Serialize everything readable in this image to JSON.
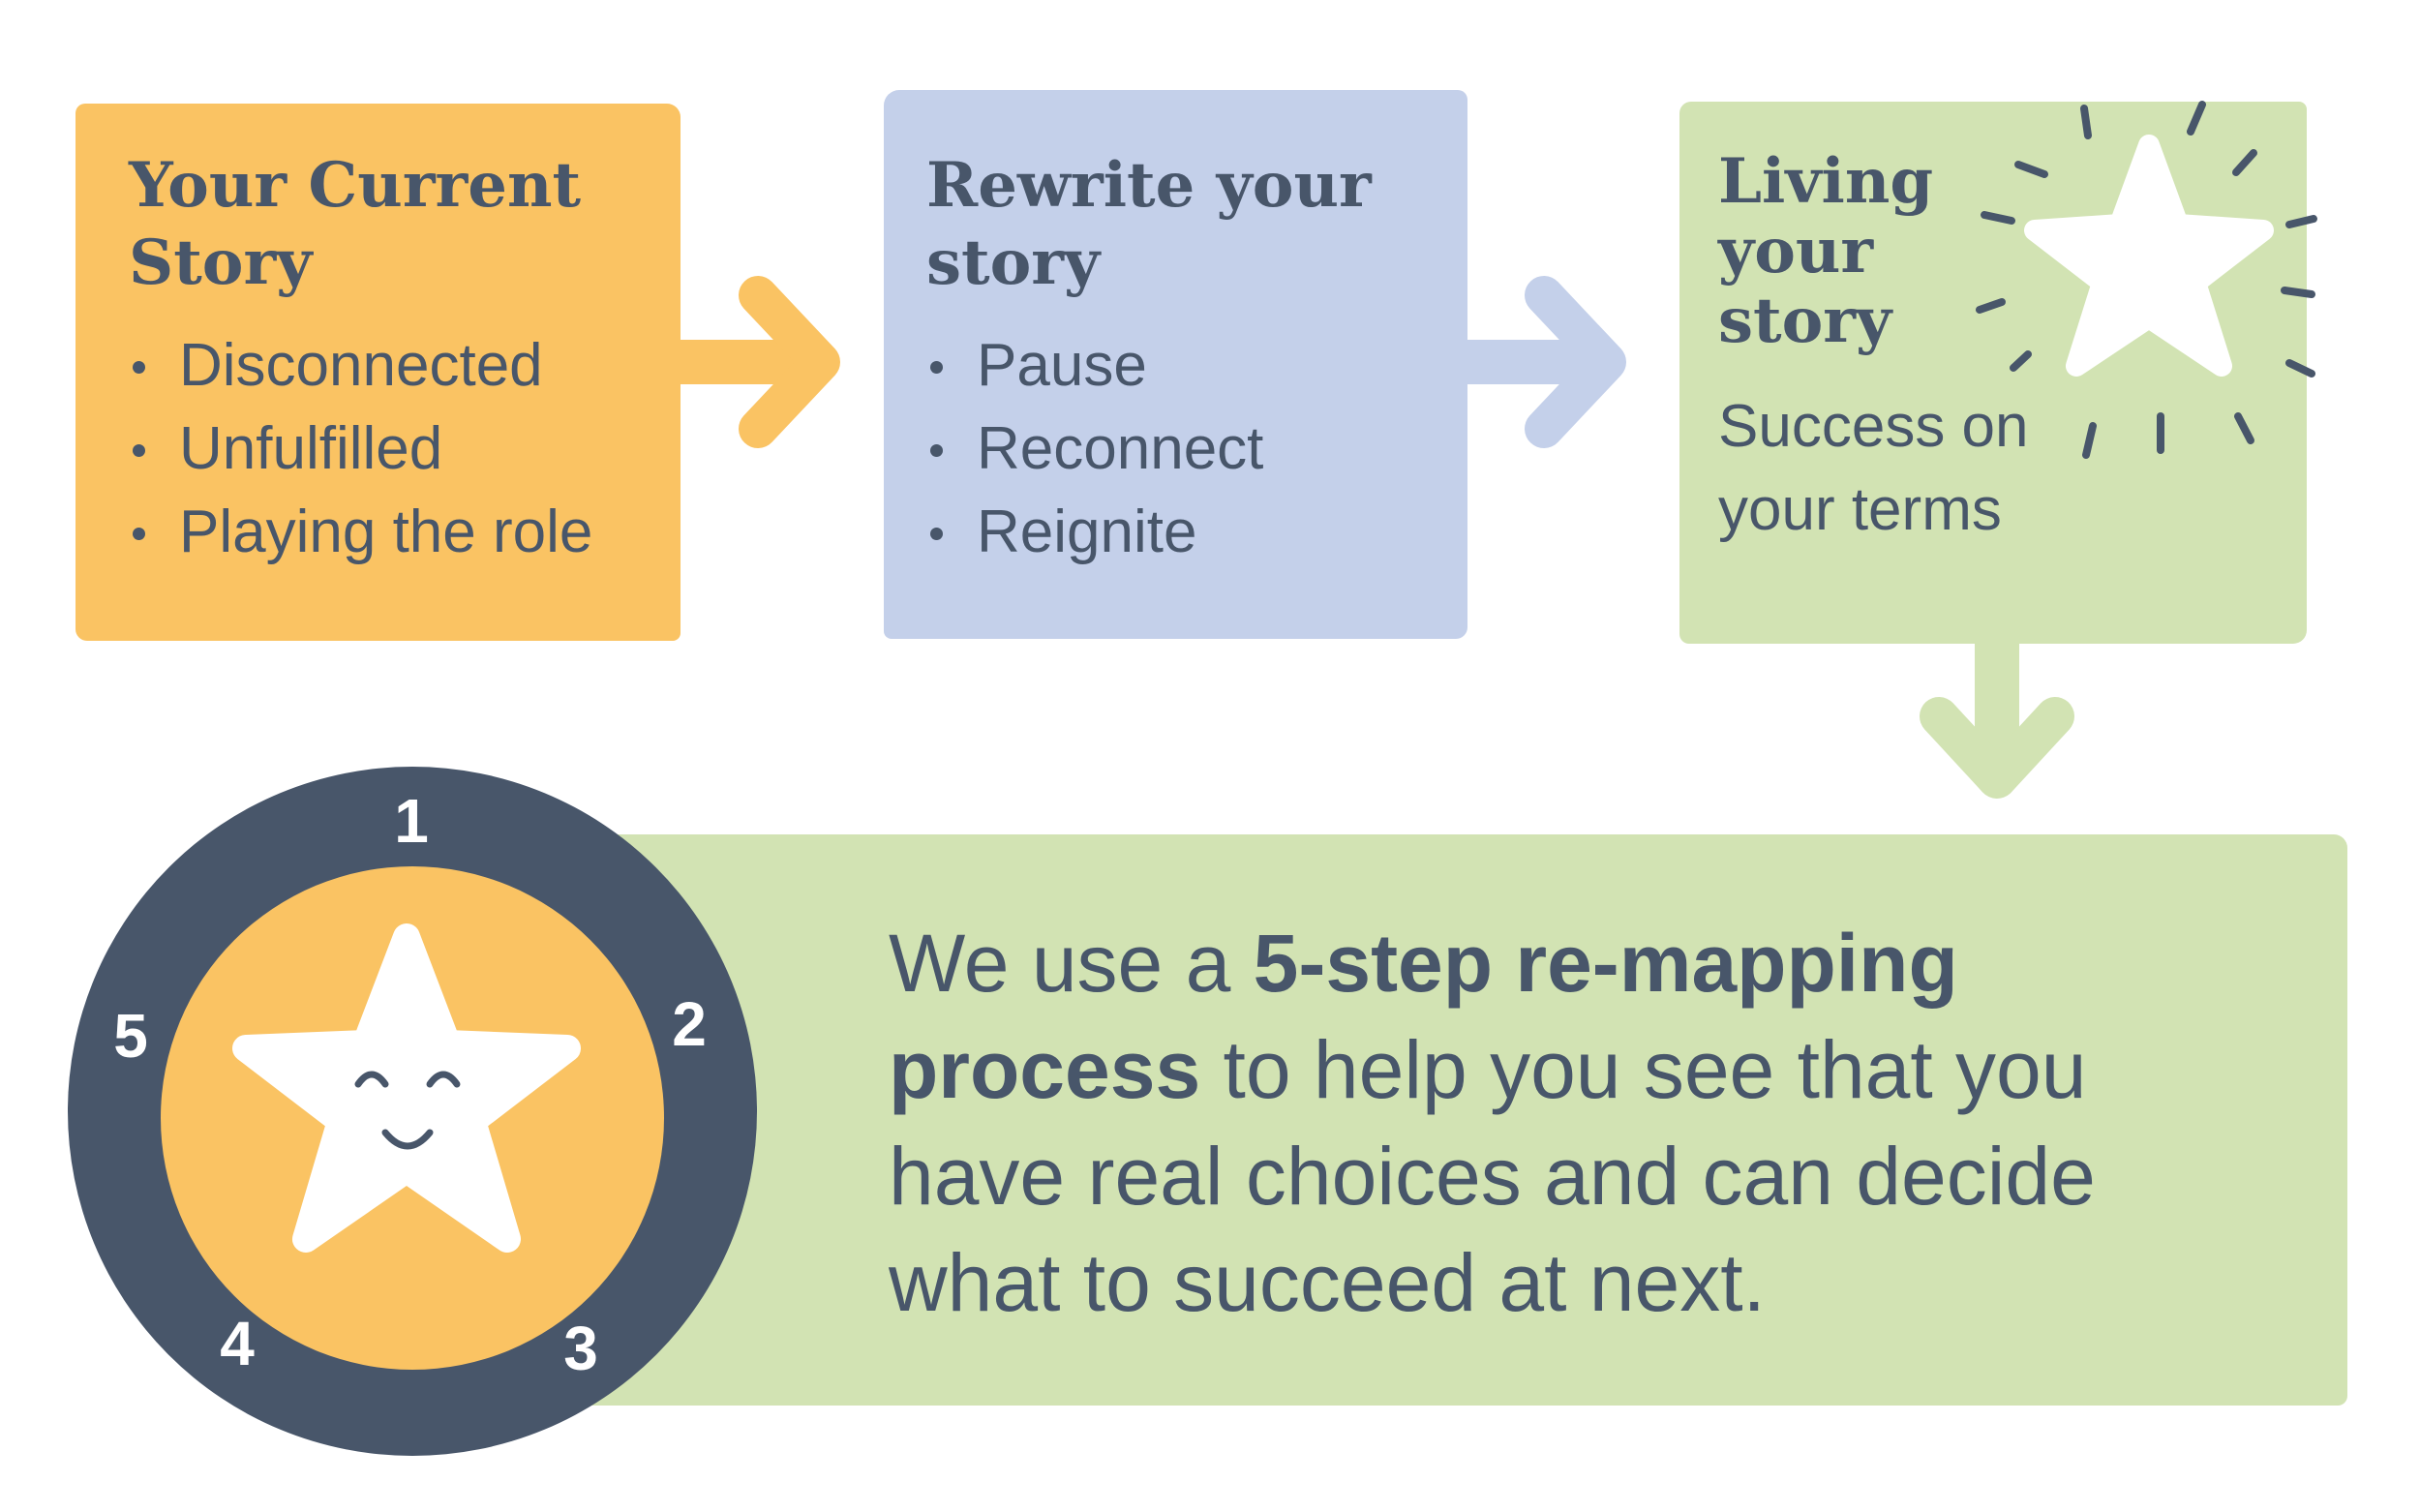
{
  "colors": {
    "orange": "#fac363",
    "blue": "#c4d0ea",
    "green": "#d2e3b3",
    "dark": "#48566a",
    "white": "#ffffff"
  },
  "steps": [
    {
      "title_line1": "Your Current",
      "title_line2": "Story",
      "items": [
        "Disconnected",
        "Unfulfilled",
        "Playing the role"
      ]
    },
    {
      "title_line1": "Rewrite your",
      "title_line2": "story",
      "items": [
        "Pause",
        "Reconnect",
        "Reignite"
      ]
    },
    {
      "title_line1": "Living",
      "title_line2": "your",
      "title_line3": "story",
      "subtitle_line1": "Success on",
      "subtitle_line2": "your terms",
      "icon": "sparkling-star-icon"
    }
  ],
  "banner": {
    "text_1": "We use a ",
    "bold_1": "5-step re-mapping process",
    "text_2": " to help you see that you have real choices and can decide what to succeed at next."
  },
  "wheel": {
    "icon": "smiling-star-icon",
    "numbers": [
      "1",
      "2",
      "3",
      "4",
      "5"
    ]
  }
}
